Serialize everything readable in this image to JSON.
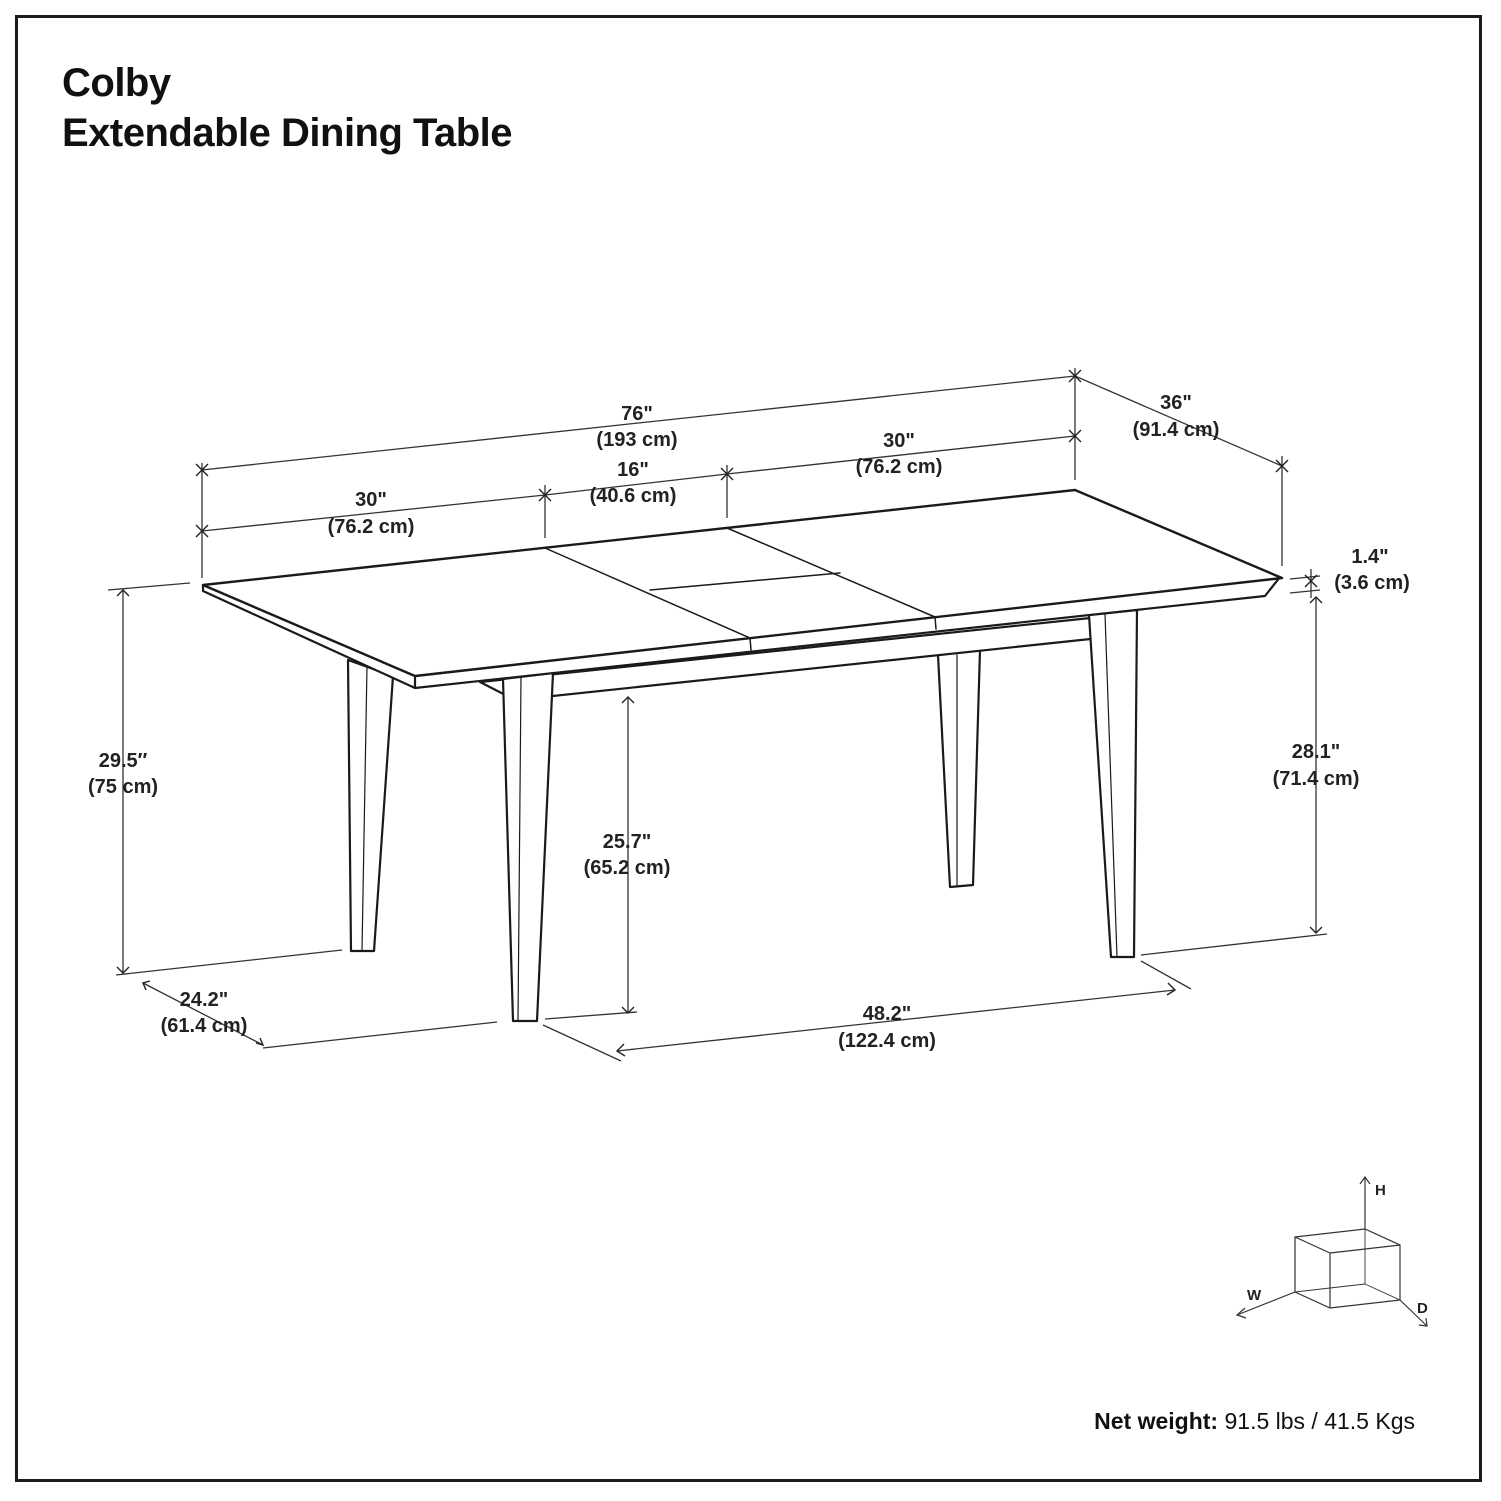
{
  "title": {
    "line1": "Colby",
    "line2": "Extendable Dining Table"
  },
  "dimensions": {
    "overall_length": {
      "imperial": "76\"",
      "metric": "(193 cm)"
    },
    "depth": {
      "imperial": "36\"",
      "metric": "(91.4 cm)"
    },
    "left_section": {
      "imperial": "30\"",
      "metric": "(76.2 cm)"
    },
    "leaf": {
      "imperial": "16\"",
      "metric": "(40.6 cm)"
    },
    "right_section": {
      "imperial": "30\"",
      "metric": "(76.2 cm)"
    },
    "top_thickness": {
      "imperial": "1.4\"",
      "metric": "(3.6 cm)"
    },
    "overall_height": {
      "imperial": "29.5′′",
      "metric": "(75 cm)"
    },
    "apron_clearance": {
      "imperial": "25.7\"",
      "metric": "(65.2 cm)"
    },
    "leg_height": {
      "imperial": "28.1\"",
      "metric": "(71.4 cm)"
    },
    "leg_depth_span": {
      "imperial": "24.2\"",
      "metric": "(61.4 cm)"
    },
    "leg_width_span": {
      "imperial": "48.2\"",
      "metric": "(122.4 cm)"
    }
  },
  "axis_key": {
    "h": "H",
    "w": "W",
    "d": "D"
  },
  "weight": {
    "label": "Net weight:",
    "value": "91.5 lbs / 41.5 Kgs"
  }
}
